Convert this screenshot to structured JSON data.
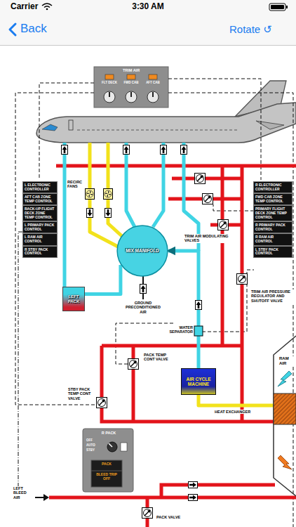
{
  "diagram": {
    "nodes": [
      {
        "text": [
          "L ELECTRONIC CONTROLLER"
        ]
      },
      {
        "text": [
          "AFT CAB ZONE TEMP CONTROL"
        ]
      },
      {
        "text": [
          "BACK-UP FLIGHT DECK ZONE TEMP CONTROL"
        ]
      },
      {
        "text": [
          "L PRIMARY PACK CONTROL"
        ]
      },
      {
        "text": [
          "L RAM AIR CONTROL"
        ]
      },
      {
        "text": [
          "R STBY PACK CONTROL"
        ]
      },
      {
        "text": [
          "R ELECTRONIC CONTROLLER"
        ]
      },
      {
        "text": [
          "FWD CAB ZONE TEMP CONTROL"
        ]
      },
      {
        "text": [
          "PRIMARY FLIGHT DECK ZONE TEMP CONTROL"
        ]
      },
      {
        "text": [
          "R PRIMARY PACK CONTROL"
        ]
      },
      {
        "text": [
          "R RAM AIR CONTROL"
        ]
      },
      {
        "text": [
          "L STBY PACK CONTROL"
        ]
      },
      {
        "text": [
          "MIX MANIFOLD"
        ]
      },
      {
        "text": [
          "LEFT PACK"
        ]
      },
      {
        "text": [
          "AIR CYCLE MACHINE"
        ]
      }
    ],
    "edges": [
      {
        "from": 13,
        "to": 12,
        "arrow": "none"
      },
      {
        "from": 14,
        "to": 12,
        "arrow": "to"
      }
    ],
    "labels": [
      "Carrier",
      "3:30 AM",
      "Back",
      "Rotate ↺",
      "TRIM AIR",
      "FLT DECK",
      "FWD CAB",
      "AFT CAB",
      "RECIRC FANS",
      "TRIM AIR MODULATING VALVES",
      "GROUND PRECONDITIONED AIR",
      "WATER SEPARATOR",
      "TRIM AIR PRESSURE REGULATOR AND SHUTOFF VALVE",
      "PACK TEMP CONT VALVE",
      "STBY PACK TEMP CONT VALVE",
      "HEAT EXCHANGER",
      "RAM AIR",
      "R PACK",
      "OFF",
      "AUTO",
      "STBY",
      "PACK",
      "BLEED TRIP OFF",
      "LEFT BLEED AIR",
      "PACK VALVE"
    ]
  }
}
